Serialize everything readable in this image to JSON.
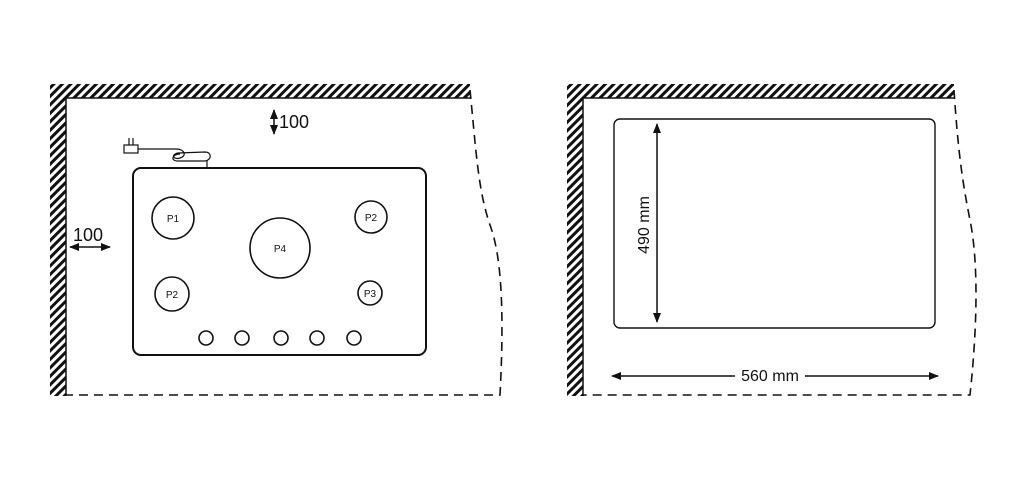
{
  "left_panel": {
    "top_clearance": "100",
    "side_clearance": "100",
    "burners": [
      {
        "label": "P1"
      },
      {
        "label": "P4"
      },
      {
        "label": "P2"
      },
      {
        "label": "P2"
      },
      {
        "label": "P3"
      }
    ],
    "knob_count": 5
  },
  "right_panel": {
    "cutout_height": "490 mm",
    "cutout_width": "560 mm"
  },
  "colors": {
    "ink": "#111111",
    "background": "#ffffff"
  }
}
